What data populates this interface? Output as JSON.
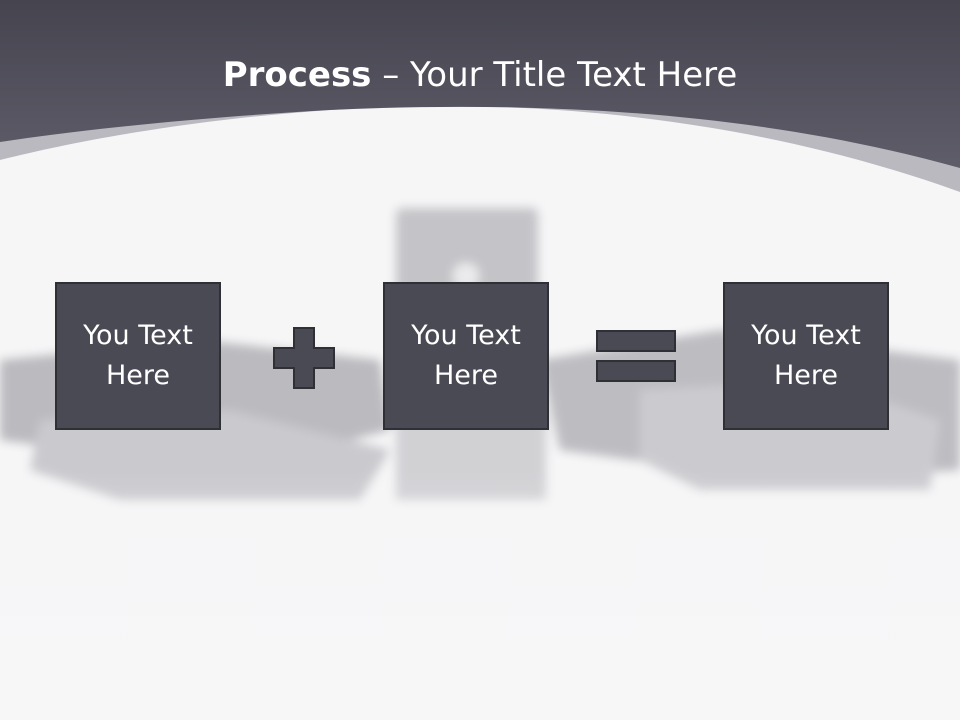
{
  "slide": {
    "title_bold": "Process",
    "title_rest": " – Your Title Text Here",
    "boxes": [
      {
        "text": "You Text Here"
      },
      {
        "text": "You Text Here"
      },
      {
        "text": "You Text Here"
      }
    ],
    "operators": [
      "plus-icon",
      "equals-icon"
    ]
  },
  "colors": {
    "header": "#4e4d58",
    "header_accent": "#b9b8bf",
    "box_fill": "#4a4a54",
    "box_border": "#2f2f36",
    "background": "#f7f7f8"
  }
}
